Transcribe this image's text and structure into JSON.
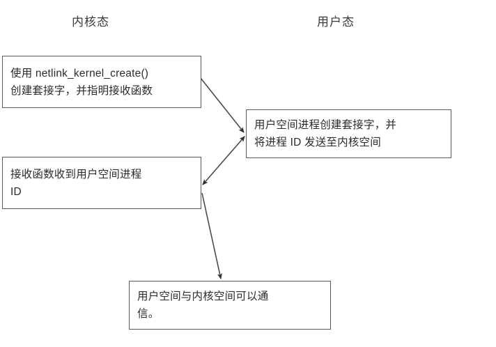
{
  "diagram": {
    "title_columns": {
      "kernel": "内核态",
      "user": "用户态"
    },
    "nodes": [
      {
        "id": "kernel-create",
        "text": "使用 netlink_kernel_create()\n创建套接字，并指明接收函数",
        "side": "kernel"
      },
      {
        "id": "user-create",
        "text": "用户空间进程创建套接字，并\n将进程 ID 发送至内核空间",
        "side": "user"
      },
      {
        "id": "recv-pid",
        "text": "接收函数收到用户空间进程\nID",
        "side": "kernel"
      },
      {
        "id": "can-communicate",
        "text": "用户空间与内核空间可以通\n信。",
        "side": "center"
      }
    ],
    "edges": [
      {
        "id": "edge-kernel-create-to-user-create",
        "from": "kernel-create",
        "to": "user-create",
        "arrowhead": "end"
      },
      {
        "id": "edge-user-create-to-recv-pid",
        "from": "user-create",
        "to": "recv-pid",
        "arrowhead": "both"
      },
      {
        "id": "edge-recv-pid-to-can-communicate",
        "from": "recv-pid",
        "to": "can-communicate",
        "arrowhead": "end"
      }
    ],
    "colors": {
      "background": "#ffffff",
      "box_border": "#595959",
      "text": "#2b2b2b",
      "arrow": "#4a4a4a"
    }
  }
}
